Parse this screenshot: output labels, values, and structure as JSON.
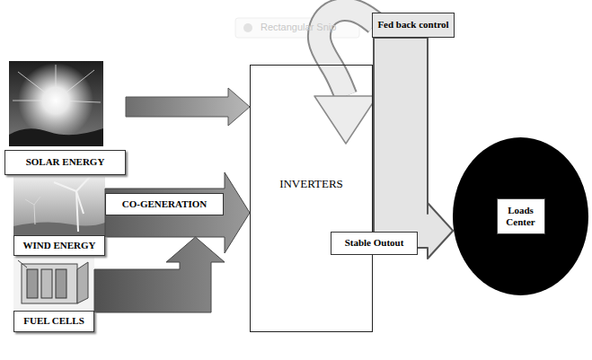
{
  "diagram": {
    "nodes": [
      {
        "text": [
          "SOLAR ENERGY"
        ]
      },
      {
        "text": [
          "WIND ENERGY"
        ]
      },
      {
        "text": [
          "FUEL CELLS"
        ]
      },
      {
        "text": [
          "CO-GENERATION"
        ]
      },
      {
        "text": [
          "INVERTERS"
        ]
      },
      {
        "text": [
          "Fed back control"
        ]
      },
      {
        "text": [
          "Stable Outout"
        ]
      },
      {
        "text": [
          "Loads Center"
        ]
      }
    ],
    "edges": [
      {
        "from": 0,
        "to": 4,
        "arrow": "to"
      },
      {
        "from": 1,
        "to": 4,
        "arrow": "to"
      },
      {
        "from": 2,
        "to": 4,
        "arrow": "to"
      },
      {
        "from": 5,
        "to": 4,
        "arrow": "to"
      },
      {
        "from": 5,
        "to": 7,
        "arrow": "to"
      }
    ],
    "labels": [
      "Rectangular Snip"
    ]
  }
}
